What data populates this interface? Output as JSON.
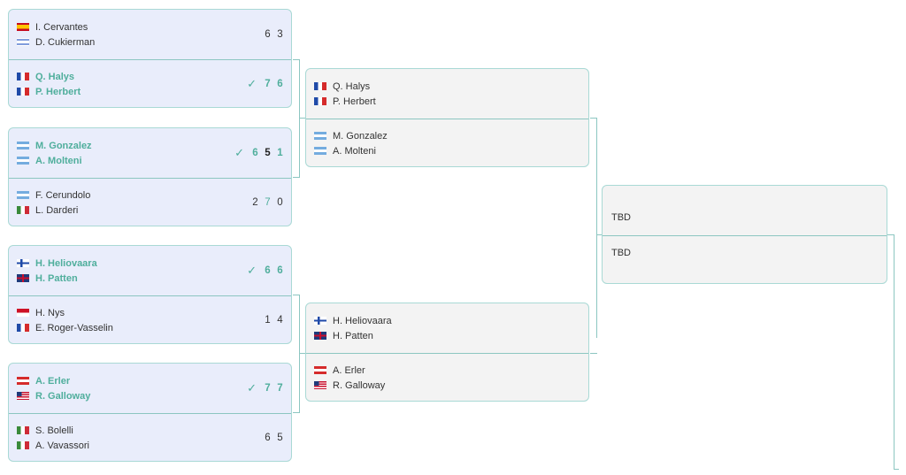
{
  "colors": {
    "accent": "#4fae9c",
    "card_r1": "#e9edfb",
    "card_later": "#f3f3f3",
    "border": "#a9d9d5"
  },
  "round1": [
    {
      "teams": [
        {
          "winner": false,
          "players": [
            {
              "name": "I. Cervantes",
              "flag": "es"
            },
            {
              "name": "D. Cukierman",
              "flag": "il"
            }
          ],
          "scores": [
            {
              "v": "6",
              "won": false
            },
            {
              "v": "3",
              "won": false
            }
          ]
        },
        {
          "winner": true,
          "players": [
            {
              "name": "Q. Halys",
              "flag": "fr"
            },
            {
              "name": "P. Herbert",
              "flag": "fr"
            }
          ],
          "scores": [
            {
              "v": "7",
              "won": true
            },
            {
              "v": "6",
              "won": true
            }
          ]
        }
      ]
    },
    {
      "teams": [
        {
          "winner": true,
          "players": [
            {
              "name": "M. Gonzalez",
              "flag": "ar"
            },
            {
              "name": "A. Molteni",
              "flag": "ar"
            }
          ],
          "scores": [
            {
              "v": "6",
              "won": true
            },
            {
              "v": "5",
              "won": false
            },
            {
              "v": "1",
              "won": true
            }
          ]
        },
        {
          "winner": false,
          "players": [
            {
              "name": "F. Cerundolo",
              "flag": "ar"
            },
            {
              "name": "L. Darderi",
              "flag": "it"
            }
          ],
          "scores": [
            {
              "v": "2",
              "won": false
            },
            {
              "v": "7",
              "won": true
            },
            {
              "v": "0",
              "won": false
            }
          ]
        }
      ]
    },
    {
      "teams": [
        {
          "winner": true,
          "players": [
            {
              "name": "H. Heliovaara",
              "flag": "fi"
            },
            {
              "name": "H. Patten",
              "flag": "gb"
            }
          ],
          "scores": [
            {
              "v": "6",
              "won": true
            },
            {
              "v": "6",
              "won": true
            }
          ]
        },
        {
          "winner": false,
          "players": [
            {
              "name": "H. Nys",
              "flag": "mc"
            },
            {
              "name": "E. Roger-Vasselin",
              "flag": "fr"
            }
          ],
          "scores": [
            {
              "v": "1",
              "won": false
            },
            {
              "v": "4",
              "won": false
            }
          ]
        }
      ]
    },
    {
      "teams": [
        {
          "winner": true,
          "players": [
            {
              "name": "A. Erler",
              "flag": "at"
            },
            {
              "name": "R. Galloway",
              "flag": "us"
            }
          ],
          "scores": [
            {
              "v": "7",
              "won": true
            },
            {
              "v": "7",
              "won": true
            }
          ]
        },
        {
          "winner": false,
          "players": [
            {
              "name": "S. Bolelli",
              "flag": "it"
            },
            {
              "name": "A. Vavassori",
              "flag": "it"
            }
          ],
          "scores": [
            {
              "v": "6",
              "won": false
            },
            {
              "v": "5",
              "won": false
            }
          ]
        }
      ]
    }
  ],
  "round2": [
    {
      "teams": [
        {
          "players": [
            {
              "name": "Q. Halys",
              "flag": "fr"
            },
            {
              "name": "P. Herbert",
              "flag": "fr"
            }
          ]
        },
        {
          "players": [
            {
              "name": "M. Gonzalez",
              "flag": "ar"
            },
            {
              "name": "A. Molteni",
              "flag": "ar"
            }
          ]
        }
      ]
    },
    {
      "teams": [
        {
          "players": [
            {
              "name": "H. Heliovaara",
              "flag": "fi"
            },
            {
              "name": "H. Patten",
              "flag": "gb"
            }
          ]
        },
        {
          "players": [
            {
              "name": "A. Erler",
              "flag": "at"
            },
            {
              "name": "R. Galloway",
              "flag": "us"
            }
          ]
        }
      ]
    }
  ],
  "final": {
    "teams": [
      {
        "label": "TBD"
      },
      {
        "label": "TBD"
      }
    ]
  }
}
